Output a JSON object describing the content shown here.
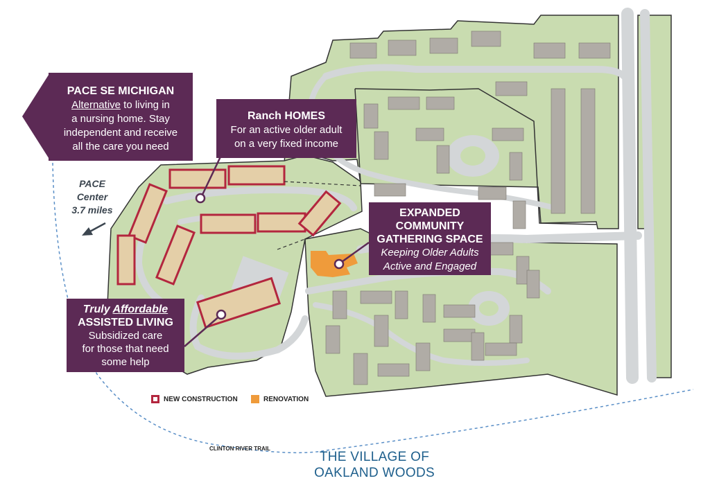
{
  "callouts": {
    "pace": {
      "title": "PACE SE MICHIGAN",
      "underlined": "Alternative",
      "line1_rest": " to living in",
      "line2": "a nursing home. Stay",
      "line3": "independent and receive",
      "line4": "all the care you need"
    },
    "ranch": {
      "title": "Ranch HOMES",
      "line1": "For an active older adult",
      "line2": "on a very fixed income"
    },
    "gathering": {
      "title1": "EXPANDED",
      "title2": "COMMUNITY",
      "title3": "GATHERING SPACE",
      "line1": "Keeping Older Adults",
      "line2": "Active and Engaged"
    },
    "assisted": {
      "pre": "Truly ",
      "underlined": "Affordable",
      "title": "ASSISTED LIVING",
      "line1": "Subsidized care",
      "line2": "for those that need",
      "line3": "some help"
    }
  },
  "pace_center": {
    "line1": "PACE",
    "line2": "Center",
    "line3": "3.7 miles"
  },
  "legend": {
    "new_construction": "NEW CONSTRUCTION",
    "renovation": "RENOVATION"
  },
  "trail_label": "CLINTON RIVER TRAIL",
  "village": {
    "line1": "THE VILLAGE OF",
    "line2": "OAKLAND WOODS"
  },
  "colors": {
    "callout": "#5c2a55",
    "land": "#c9dcb0",
    "road": "#d3d6d8",
    "building": "#b0aca6",
    "new_construction": "#b3263e",
    "renovation": "#ef9b3b",
    "trail": "#5a8fc7",
    "title": "#1e5f8c"
  }
}
